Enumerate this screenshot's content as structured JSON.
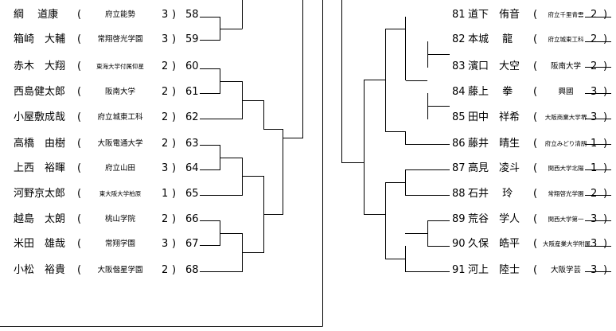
{
  "left_players": [
    {
      "name": "綱　 道康",
      "school": "府立能勢",
      "grade": "3",
      "num": "58",
      "size": "sm"
    },
    {
      "name": "箱崎　大輔",
      "school": "常翔啓光学園",
      "grade": "3",
      "num": "59",
      "size": "sm"
    },
    {
      "name": "赤木　大翔",
      "school": "東海大学付属仰星",
      "grade": "2",
      "num": "60",
      "size": "xs"
    },
    {
      "name": "西島健太郎",
      "school": "阪南大学",
      "grade": "2",
      "num": "61",
      "size": "sm"
    },
    {
      "name": "小屋敷成哉",
      "school": "府立城東工科",
      "grade": "2",
      "num": "62",
      "size": "sm"
    },
    {
      "name": "高橋　由樹",
      "school": "大阪電通大学",
      "grade": "2",
      "num": "63",
      "size": "sm"
    },
    {
      "name": "上西　裕暉",
      "school": "府立山田",
      "grade": "3",
      "num": "64",
      "size": "sm"
    },
    {
      "name": "河野京太郎",
      "school": "東大阪大学柏原",
      "grade": "1",
      "num": "65",
      "size": "xs"
    },
    {
      "name": "越島　太朗",
      "school": "桃山学院",
      "grade": "2",
      "num": "66",
      "size": "sm"
    },
    {
      "name": "米田　雄哉",
      "school": "常翔学園",
      "grade": "3",
      "num": "67",
      "size": "sm"
    },
    {
      "name": "小松　裕貴",
      "school": "大阪偕星学園",
      "grade": "2",
      "num": "68",
      "size": "sm"
    }
  ],
  "right_players": [
    {
      "num": "81",
      "name": "道下　侑音",
      "school": "府立千里青雲",
      "grade": "2",
      "size": "xs"
    },
    {
      "num": "82",
      "name": "本城　 龍",
      "school": "府立城東工科",
      "grade": "2",
      "size": "xs"
    },
    {
      "num": "83",
      "name": "濱口　大空",
      "school": "阪南大学",
      "grade": "2",
      "size": "sm"
    },
    {
      "num": "84",
      "name": "藤上　 拳",
      "school": "興國",
      "grade": "3",
      "size": "sm"
    },
    {
      "num": "85",
      "name": "田中　祥希",
      "school": "大阪商業大学堺",
      "grade": "3",
      "size": "xs"
    },
    {
      "num": "86",
      "name": "藤井　晴生",
      "school": "府立みどり清朋",
      "grade": "1",
      "size": "xs"
    },
    {
      "num": "87",
      "name": "高見　凌斗",
      "school": "関西大学北陽",
      "grade": "1",
      "size": "xs"
    },
    {
      "num": "88",
      "name": "石井　 玲",
      "school": "常翔啓光学園",
      "grade": "2",
      "size": "xs"
    },
    {
      "num": "89",
      "name": "荒谷　学人",
      "school": "関西大学第一",
      "grade": "3",
      "size": "xs"
    },
    {
      "num": "90",
      "name": "久保　皓平",
      "school": "大阪産業大学附属",
      "grade": "3",
      "size": "xs"
    },
    {
      "num": "91",
      "name": "河上　陸士",
      "school": "大阪学芸",
      "grade": "3",
      "size": "sm"
    }
  ],
  "paren_open": "(",
  "paren_close": ")"
}
